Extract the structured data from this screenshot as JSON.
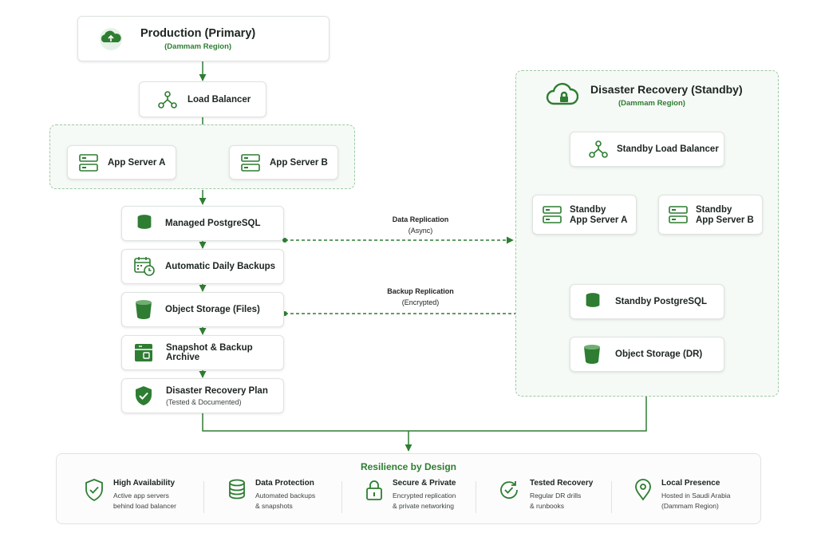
{
  "primary": {
    "title": "Production (Primary)",
    "region": "(Dammam Region)",
    "load_balancer": "Load Balancer",
    "app_server_a": "App Server A",
    "app_server_b": "App Server B",
    "database": "Managed PostgreSQL",
    "backups": "Automatic Daily Backups",
    "object_storage": "Object Storage (Files)",
    "archive": "Snapshot & Backup Archive",
    "dr_plan": {
      "title": "Disaster Recovery Plan",
      "sub": "(Tested & Documented)"
    }
  },
  "dr": {
    "title": "Disaster Recovery (Standby)",
    "region": "(Dammam Region)",
    "load_balancer": "Standby Load Balancer",
    "app_server_a": {
      "line1": "Standby",
      "line2": "App Server A"
    },
    "app_server_b": {
      "line1": "Standby",
      "line2": "App Server B"
    },
    "database": "Standby PostgreSQL",
    "object_storage": "Object Storage (DR)"
  },
  "replication": {
    "data": {
      "title": "Data Replication",
      "sub": "(Async)"
    },
    "backup": {
      "title": "Backup Replication",
      "sub": "(Encrypted)"
    }
  },
  "resilience": {
    "title": "Resilience by Design",
    "features": [
      {
        "title": "High Availability",
        "line1": "Active app servers",
        "line2": "behind load balancer",
        "line3": "",
        "icon": "shield-check-icon"
      },
      {
        "title": "Data Protection",
        "line1": "Automated backups",
        "line2": "& snapshots",
        "line3": "",
        "icon": "database-icon"
      },
      {
        "title": "Secure & Private",
        "line1": "Encrypted replication",
        "line2": "& private networking",
        "line3": "",
        "icon": "lock-icon"
      },
      {
        "title": "Tested Recovery",
        "line1": "Regular DR drills",
        "line2": "& runbooks",
        "line3": "",
        "icon": "refresh-check-icon"
      },
      {
        "title": "Local Presence",
        "line1": "Hosted in Saudi Arabia",
        "line2": "(Dammam Region)",
        "line3": "",
        "icon": "location-pin-icon"
      }
    ]
  },
  "colors": {
    "accent": "#2e7d32",
    "dash_border": "#9cc9a4",
    "zone_fill": "#f6faf6"
  }
}
